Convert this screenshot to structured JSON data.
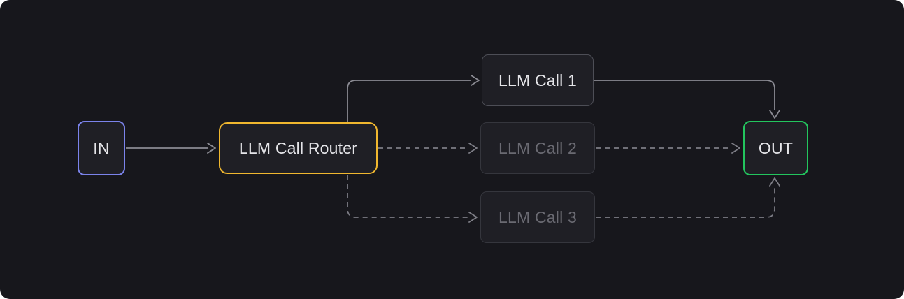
{
  "diagram": {
    "type": "flow-diagram",
    "pattern": "llm-call-routing",
    "background_color": "#17171c",
    "node_fill_color": "#1f1f25",
    "edge_solid_color": "#8b8b93",
    "edge_dashed_color": "#7d7d85",
    "text_color": "#e5e5e9",
    "dimmed_text_color": "#6a6a72"
  },
  "nodes": [
    {
      "id": "in",
      "label": "IN",
      "border_color": "#7b83eb",
      "state": "active"
    },
    {
      "id": "router",
      "label": "LLM Call Router",
      "border_color": "#f0b72f",
      "state": "active"
    },
    {
      "id": "llm-call-1",
      "label": "LLM Call 1",
      "border_color": "#4d4e56",
      "state": "active"
    },
    {
      "id": "llm-call-2",
      "label": "LLM Call 2",
      "border_color": "#35363d",
      "state": "inactive"
    },
    {
      "id": "llm-call-3",
      "label": "LLM Call 3",
      "border_color": "#35363d",
      "state": "inactive"
    },
    {
      "id": "out",
      "label": "OUT",
      "border_color": "#23c55e",
      "state": "active"
    }
  ],
  "edges": [
    {
      "from": "in",
      "to": "router",
      "style": "solid"
    },
    {
      "from": "router",
      "to": "llm-call-1",
      "style": "solid"
    },
    {
      "from": "llm-call-1",
      "to": "out",
      "style": "solid"
    },
    {
      "from": "router",
      "to": "llm-call-2",
      "style": "dashed"
    },
    {
      "from": "llm-call-2",
      "to": "out",
      "style": "dashed"
    },
    {
      "from": "router",
      "to": "llm-call-3",
      "style": "dashed"
    },
    {
      "from": "llm-call-3",
      "to": "out",
      "style": "dashed"
    }
  ]
}
